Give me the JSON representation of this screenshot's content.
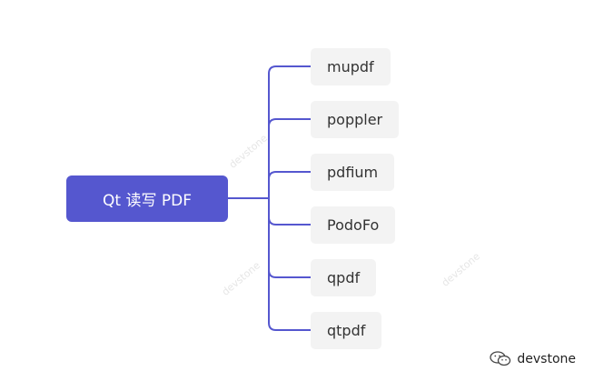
{
  "diagram": {
    "root": {
      "label": "Qt 读写 PDF"
    },
    "children": [
      {
        "label": "mupdf"
      },
      {
        "label": "poppler"
      },
      {
        "label": "pdfium"
      },
      {
        "label": "PodoFo"
      },
      {
        "label": "qpdf"
      },
      {
        "label": "qtpdf"
      }
    ]
  },
  "watermark": {
    "text": "devstone"
  },
  "brand": {
    "name": "devstone",
    "icon": "wechat-icon"
  },
  "colors": {
    "root_fill": "#5557cf",
    "connector": "#5557cf",
    "child_fill": "#f3f3f3"
  }
}
